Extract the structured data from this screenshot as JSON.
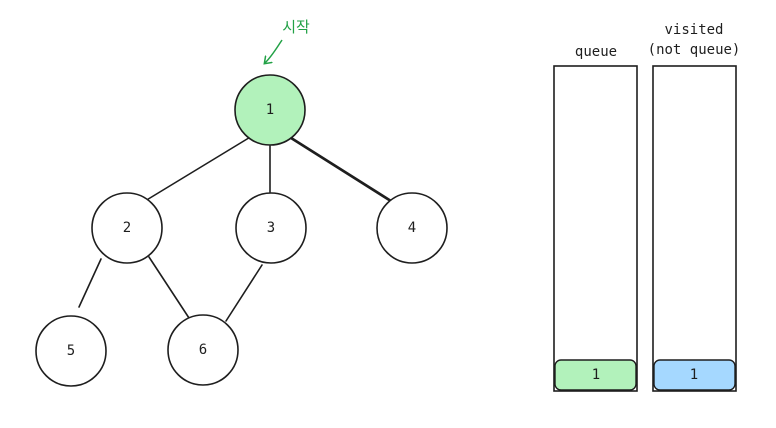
{
  "start_label": "시작",
  "accent": {
    "start": "#22a146",
    "current_fill": "#b2f2bb",
    "visited_fill": "#a5d8ff",
    "stroke": "#1e1e1e"
  },
  "graph": {
    "nodes": [
      {
        "id": "n1",
        "label": "1",
        "highlighted": true
      },
      {
        "id": "n2",
        "label": "2"
      },
      {
        "id": "n3",
        "label": "3"
      },
      {
        "id": "n4",
        "label": "4"
      },
      {
        "id": "n5",
        "label": "5"
      },
      {
        "id": "n6",
        "label": "6"
      }
    ],
    "edges": [
      [
        "1",
        "2"
      ],
      [
        "1",
        "3"
      ],
      [
        "1",
        "4"
      ],
      [
        "2",
        "5"
      ],
      [
        "2",
        "6"
      ],
      [
        "3",
        "6"
      ]
    ]
  },
  "queue": {
    "title": "queue",
    "items": [
      "1"
    ]
  },
  "visited": {
    "title_line1": "visited",
    "title_line2": "(not queue)",
    "items": [
      "1"
    ]
  }
}
